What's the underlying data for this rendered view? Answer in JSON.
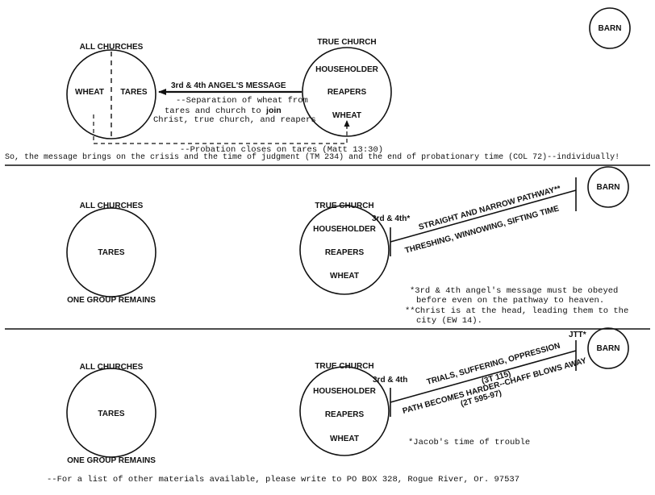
{
  "barn_label": "BARN",
  "panel1": {
    "all_churches": "ALL CHURCHES",
    "wheat": "WHEAT",
    "tares": "TARES",
    "true_church": "TRUE CHURCH",
    "householder": "HOUSEHOLDER",
    "reapers": "REAPERS",
    "wheat_in_true": "WHEAT",
    "arrow_label": "3rd & 4th ANGEL'S MESSAGE",
    "note_line1": "--Separation of wheat from",
    "note_line2_pre": "tares and church to ",
    "note_line2_bold": "join",
    "note_line3": "Christ, true church, and reapers",
    "probation": "--Probation closes on tares (Matt 13:30)",
    "summary": "So, the message brings on the crisis and the time of judgment (TM 234) and the end of probationary time (COL 72)--individually!"
  },
  "panel2": {
    "all_churches": "ALL CHURCHES",
    "tares": "TARES",
    "one_group": "ONE GROUP REMAINS",
    "true_church": "TRUE CHURCH",
    "householder": "HOUSEHOLDER",
    "reapers": "REAPERS",
    "wheat": "WHEAT",
    "marker": "3rd & 4th*",
    "path_top": "STRAIGHT AND NARROW PATHWAY**",
    "path_bottom": "THRESHING, WINNOWING, SIFTING TIME",
    "fn1_line1": "*3rd & 4th angel's message must be obeyed",
    "fn1_line2": "before even on the pathway to heaven.",
    "fn2_line1": "**Christ is at the head, leading them to the",
    "fn2_line2": "city (EW 14)."
  },
  "panel3": {
    "all_churches": "ALL CHURCHES",
    "tares": "TARES",
    "one_group": "ONE GROUP REMAINS",
    "true_church": "TRUE CHURCH",
    "householder": "HOUSEHOLDER",
    "reapers": "REAPERS",
    "wheat": "WHEAT",
    "marker": "3rd & 4th",
    "jtt": "JTT*",
    "path_top1": "TRIALS, SUFFERING, OPPRESSION",
    "path_top2": "(3T 115)",
    "path_bottom1": "PATH BECOMES HARDER--CHAFF BLOWS AWAY",
    "path_bottom2": "(2T 595-97)",
    "footnote": "*Jacob's time of trouble"
  },
  "footer": "--For a list of other materials available, please write to  PO BOX 328, Rogue River, Or. 97537"
}
